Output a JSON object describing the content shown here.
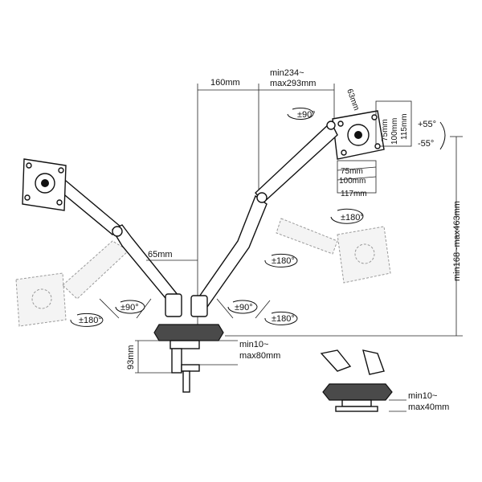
{
  "labels": {
    "arm_offset": "160mm",
    "arm_extension": "min234~\nmax293mm",
    "arm_extension_l1": "min234~",
    "arm_extension_l2": "max293mm",
    "vesa_diag": "63mm",
    "vesa_75": "75mm",
    "vesa_100": "100mm",
    "vesa_115": "115mm",
    "vesa_117": "117mm",
    "rot_90_top": "±90°",
    "tilt_up": "+55°",
    "tilt_down": "-55°",
    "height_range": "min168~max463mm",
    "rot_180_right": "±180°",
    "column_65": "65mm",
    "rot_180_mid": "±180°",
    "rot_90_left": "±90°",
    "rot_180_left": "±180°",
    "rot_90_mid": "±90°",
    "rot_180_bottom": "±180°",
    "clamp_height": "93mm",
    "clamp_range_l1": "min10~",
    "clamp_range_l2": "max80mm",
    "grommet_range_l1": "min10~",
    "grommet_range_l2": "max40mm"
  }
}
